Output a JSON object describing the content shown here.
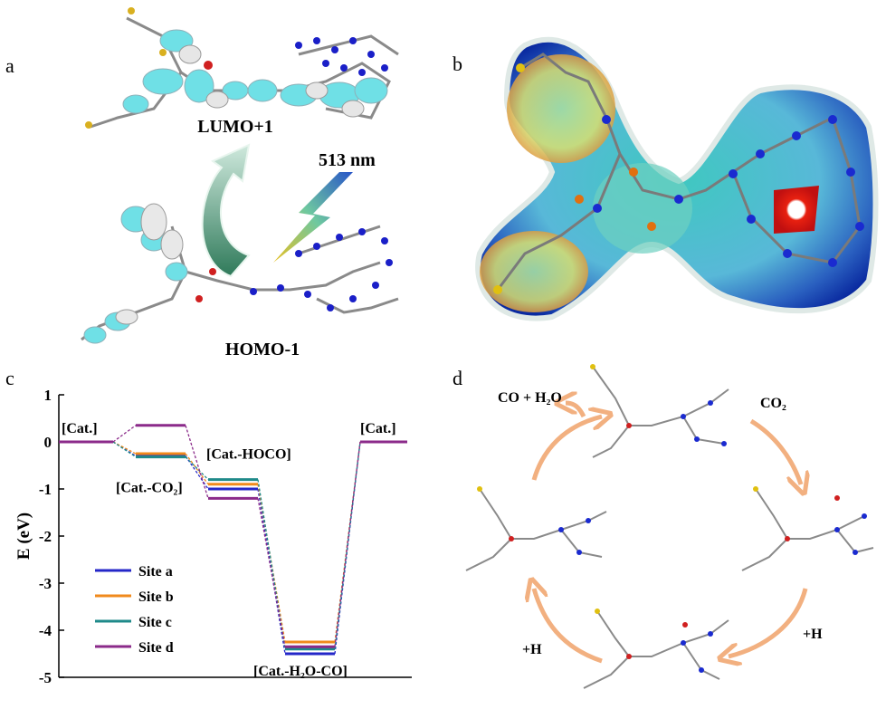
{
  "panels": {
    "a": {
      "letter": "a",
      "upper_label": "LUMO+1",
      "lower_label": "HOMO-1",
      "wavelength_label": "513 nm"
    },
    "b": {
      "letter": "b"
    },
    "c": {
      "letter": "c"
    },
    "d": {
      "letter": "d",
      "label_co_h2o": "CO + H₂O",
      "label_co2": "CO₂",
      "label_h_right": "+H",
      "label_h_left": "+H"
    }
  },
  "chart_data": {
    "type": "line",
    "title": "",
    "xlabel": "",
    "ylabel": "E (eV)",
    "ylim": [
      -5,
      1
    ],
    "yticks": [
      1,
      0,
      -1,
      -2,
      -3,
      -4,
      -5
    ],
    "grid": false,
    "legend_position": "bottom-left",
    "states": [
      "[Cat.]",
      "[Cat.-CO₂]",
      "[Cat.-HOCO]",
      "[Cat.-H₂O-CO]",
      "[Cat.]"
    ],
    "series": [
      {
        "name": "Site a",
        "color": "#2427c8",
        "values": [
          0,
          -0.3,
          -1.0,
          -4.5,
          0
        ]
      },
      {
        "name": "Site b",
        "color": "#f08a1c",
        "values": [
          0,
          -0.25,
          -0.9,
          -4.25,
          0
        ]
      },
      {
        "name": "Site c",
        "color": "#1f8a8a",
        "values": [
          0,
          -0.32,
          -0.8,
          -4.4,
          0
        ]
      },
      {
        "name": "Site d",
        "color": "#8b2a8a",
        "values": [
          0,
          0.35,
          -1.2,
          -4.35,
          0
        ]
      }
    ]
  }
}
